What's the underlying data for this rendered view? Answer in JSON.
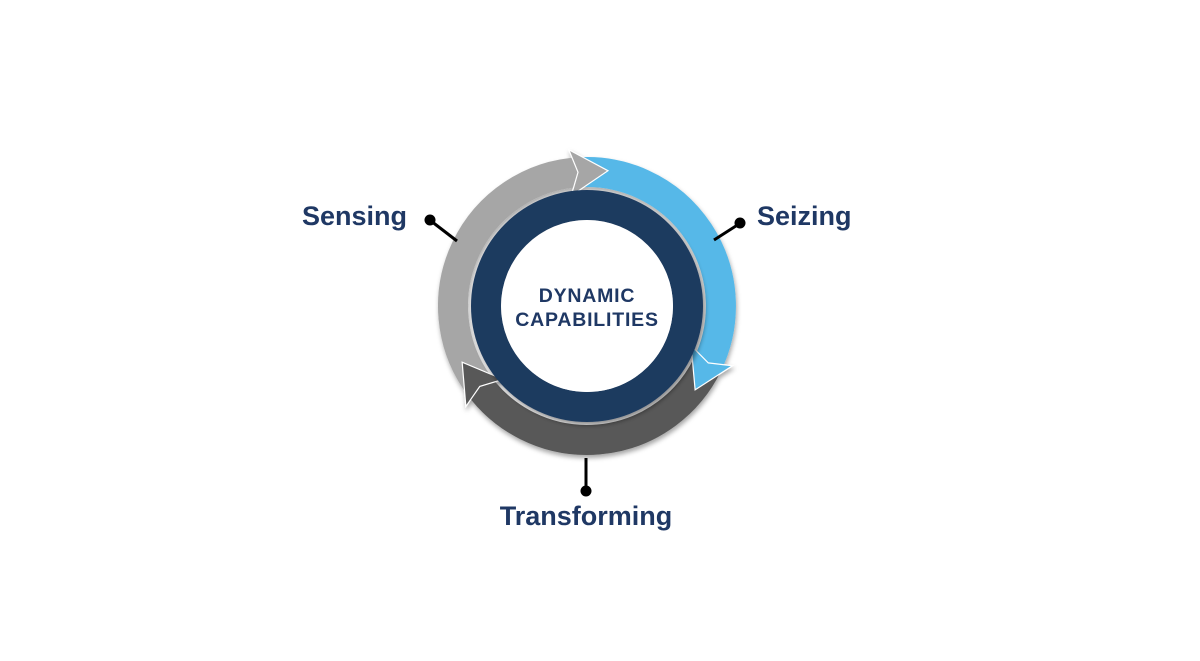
{
  "background_color": "#FFFFFF",
  "diagram": {
    "type": "cycle",
    "flow": "clockwise",
    "center_label": {
      "line1": "DYNAMIC",
      "line2": "CAPABILITIES",
      "color": "#1F3864"
    },
    "ring_color": "#1E3A5F",
    "inner_circle_color": "#FFFFFF",
    "label_color": "#1F3864",
    "connector_color": "#000000",
    "stages": [
      {
        "label": "Sensing",
        "arc_color": "#A6A6A6",
        "position": "top-left"
      },
      {
        "label": "Seizing",
        "arc_color": "#56B8E8",
        "position": "top-right"
      },
      {
        "label": "Transforming",
        "arc_color": "#585858",
        "position": "bottom"
      }
    ]
  }
}
